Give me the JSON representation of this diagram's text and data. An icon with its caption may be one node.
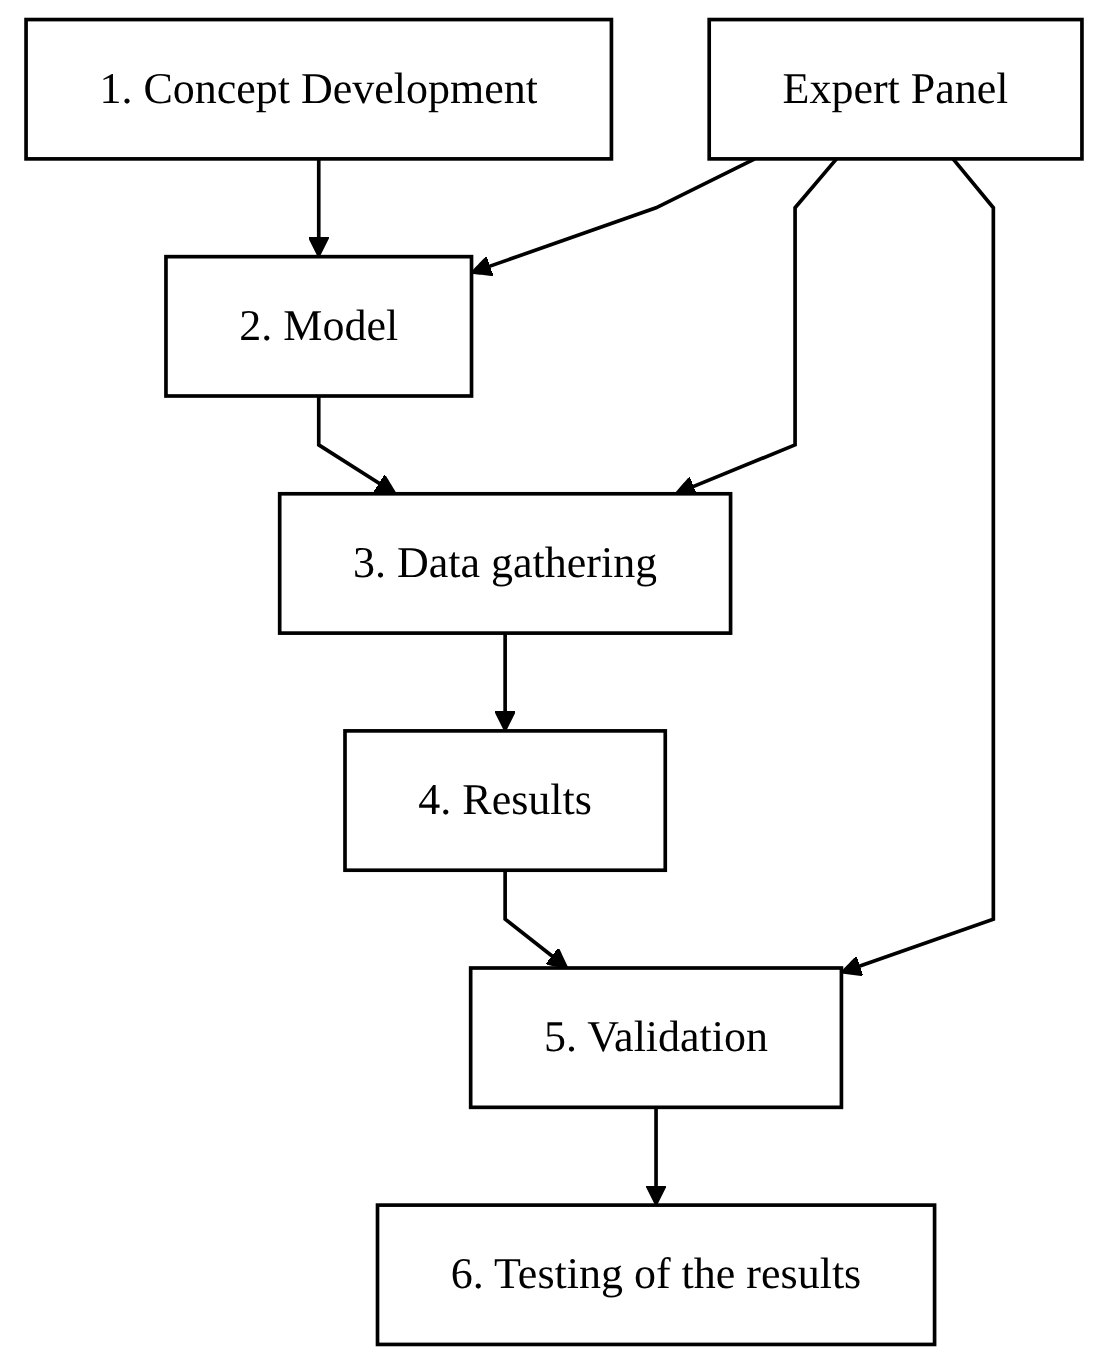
{
  "diagram": {
    "nodes": [
      {
        "text": [
          "1. Concept Development"
        ]
      },
      {
        "text": [
          "2. Model"
        ]
      },
      {
        "text": [
          "3. Data gathering"
        ]
      },
      {
        "text": [
          "4. Results"
        ]
      },
      {
        "text": [
          "5. Validation"
        ]
      },
      {
        "text": [
          "6. Testing of the results"
        ]
      },
      {
        "text": [
          "Expert Panel"
        ]
      }
    ],
    "edges": [
      {
        "from": 0,
        "to": 1,
        "arrow": "to"
      },
      {
        "from": 1,
        "to": 2,
        "arrow": "to"
      },
      {
        "from": 2,
        "to": 3,
        "arrow": "to"
      },
      {
        "from": 3,
        "to": 4,
        "arrow": "to"
      },
      {
        "from": 4,
        "to": 5,
        "arrow": "to"
      },
      {
        "from": 6,
        "to": 1,
        "arrow": "to"
      },
      {
        "from": 6,
        "to": 2,
        "arrow": "to"
      },
      {
        "from": 6,
        "to": 4,
        "arrow": "to"
      }
    ]
  }
}
